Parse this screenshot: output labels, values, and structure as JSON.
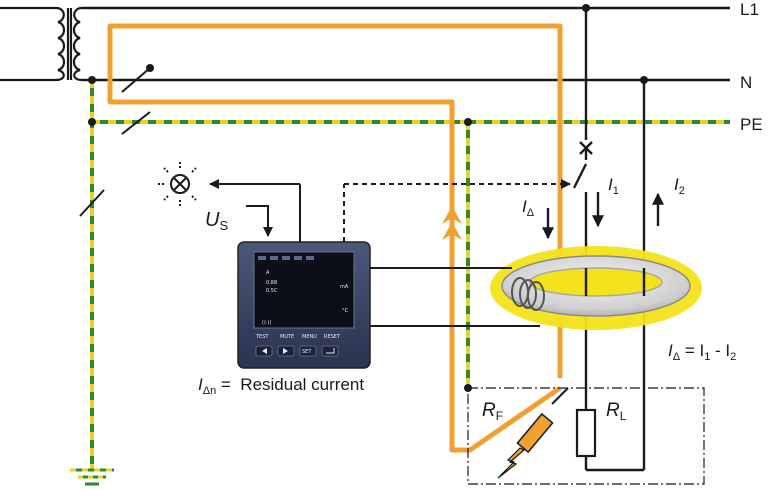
{
  "lines": {
    "l1": "L1",
    "n": "N",
    "pe": "PE"
  },
  "symbols": {
    "us": {
      "main": "U",
      "sub": "S"
    },
    "i_delta": {
      "main": "I",
      "sub": "Δ"
    },
    "i1": {
      "main": "I",
      "sub": "1"
    },
    "i2": {
      "main": "I",
      "sub": "2"
    },
    "rf": {
      "main": "R",
      "sub": "F"
    },
    "rl": {
      "main": "R",
      "sub": "L"
    }
  },
  "formulas": {
    "residual": {
      "main": "I",
      "sub": "Δn",
      "rest": " =  Residual current"
    },
    "difference": {
      "main": "I",
      "sub": "Δ",
      "eq": " = I",
      "sub1": "1",
      "minus": " - I",
      "sub2": "2"
    }
  },
  "meter": {
    "display": {
      "l1": "A",
      "l2": "0.88",
      "l3": "0.5C",
      "unit_ma": "mA",
      "unit_c": "°C",
      "bottom": "((·))"
    },
    "buttons": [
      "TEST",
      "MUTE",
      "MENU",
      "RESET"
    ],
    "keys": {
      "set": "SET"
    }
  },
  "colors": {
    "conductor": "#1a1a1a",
    "pe_green": "#2f8a2f",
    "pe_yellow": "#e8d12a",
    "fault_orange": "#f0a030",
    "ct_glow": "#f4e21a",
    "ct_ring": "#d2d2d2",
    "meter_body": "#3a4560"
  },
  "icons": {
    "lamp": "indicator-lamp-icon",
    "ground": "earth-ground-icon",
    "fault": "fault-spark-icon"
  }
}
